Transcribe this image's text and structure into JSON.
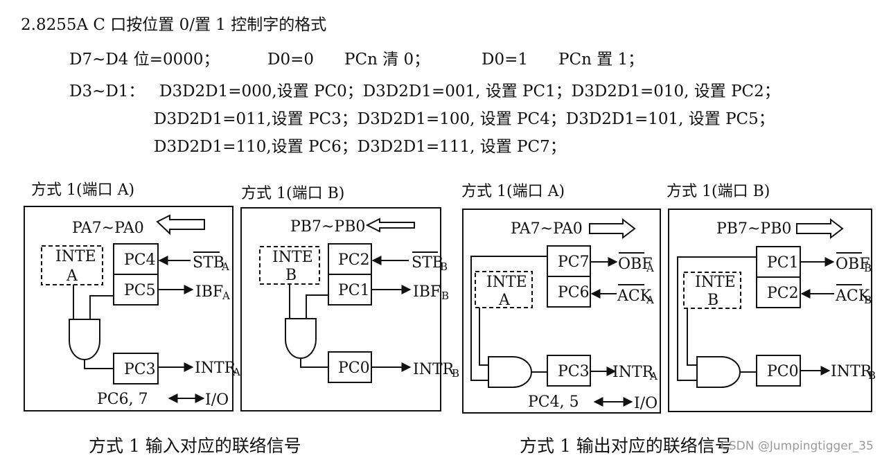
{
  "heading": "2.8255A C 口按位置 0/置 1 控制字的格式",
  "lines": {
    "d7d4": "D7~D4 位=0000；",
    "d0_0": "D0=0",
    "pcn_clear": "PCn 清 0；",
    "d0_1": "D0=1",
    "pcn_set": "PCn 置 1；",
    "d3d1_label": "D3~D1：",
    "row1": "D3D2D1=000,设置 PC0；D3D2D1=001, 设置 PC1；D3D2D1=010, 设置 PC2；",
    "row2": "D3D2D1=011,设置 PC3；D3D2D1=100, 设置 PC4；D3D2D1=101, 设置 PC5；",
    "row3": "D3D2D1=110,设置 PC6；D3D2D1=111, 设置 PC7；"
  },
  "diagrams": [
    {
      "title": "方式 1(端口 A)",
      "bus": "PA7~PA0",
      "inte": [
        "INTE",
        "A"
      ],
      "pins": [
        "PC4",
        "PC5",
        "PC3"
      ],
      "pin_signals": [
        "STB",
        "IBF",
        "INTR"
      ],
      "sub": [
        "A",
        "A",
        "A"
      ],
      "io_pins": "PC6, 7",
      "io": "I/O"
    },
    {
      "title": "方式 1(端口 B)",
      "bus": "PB7~PB0",
      "inte": [
        "INTE",
        "B"
      ],
      "pins": [
        "PC2",
        "PC1",
        "PC0"
      ],
      "pin_signals": [
        "STB",
        "IBF",
        "INTR"
      ],
      "sub": [
        "B",
        "B",
        "B"
      ]
    },
    {
      "title": "方式 1(端口 A)",
      "bus": "PA7~PA0",
      "inte": [
        "INTE",
        "A"
      ],
      "pins": [
        "PC7",
        "PC6",
        "PC3"
      ],
      "pin_signals": [
        "OBF",
        "ACK",
        "INTR"
      ],
      "sub": [
        "A",
        "A",
        "A"
      ],
      "io_pins": "PC4, 5",
      "io": "I/O"
    },
    {
      "title": "方式 1(端口 B)",
      "bus": "PB7~PB0",
      "inte": [
        "INTE",
        "B"
      ],
      "pins": [
        "PC1",
        "PC2",
        "PC0"
      ],
      "pin_signals": [
        "OBF",
        "ACK",
        "INTR"
      ],
      "sub": [
        "B",
        "B",
        "B"
      ]
    }
  ],
  "captions": {
    "input": "方式 1 输入对应的联络信号",
    "output": "方式 1 输出对应的联络信号"
  },
  "watermark": "CSDN @Jumpingtigger_35"
}
